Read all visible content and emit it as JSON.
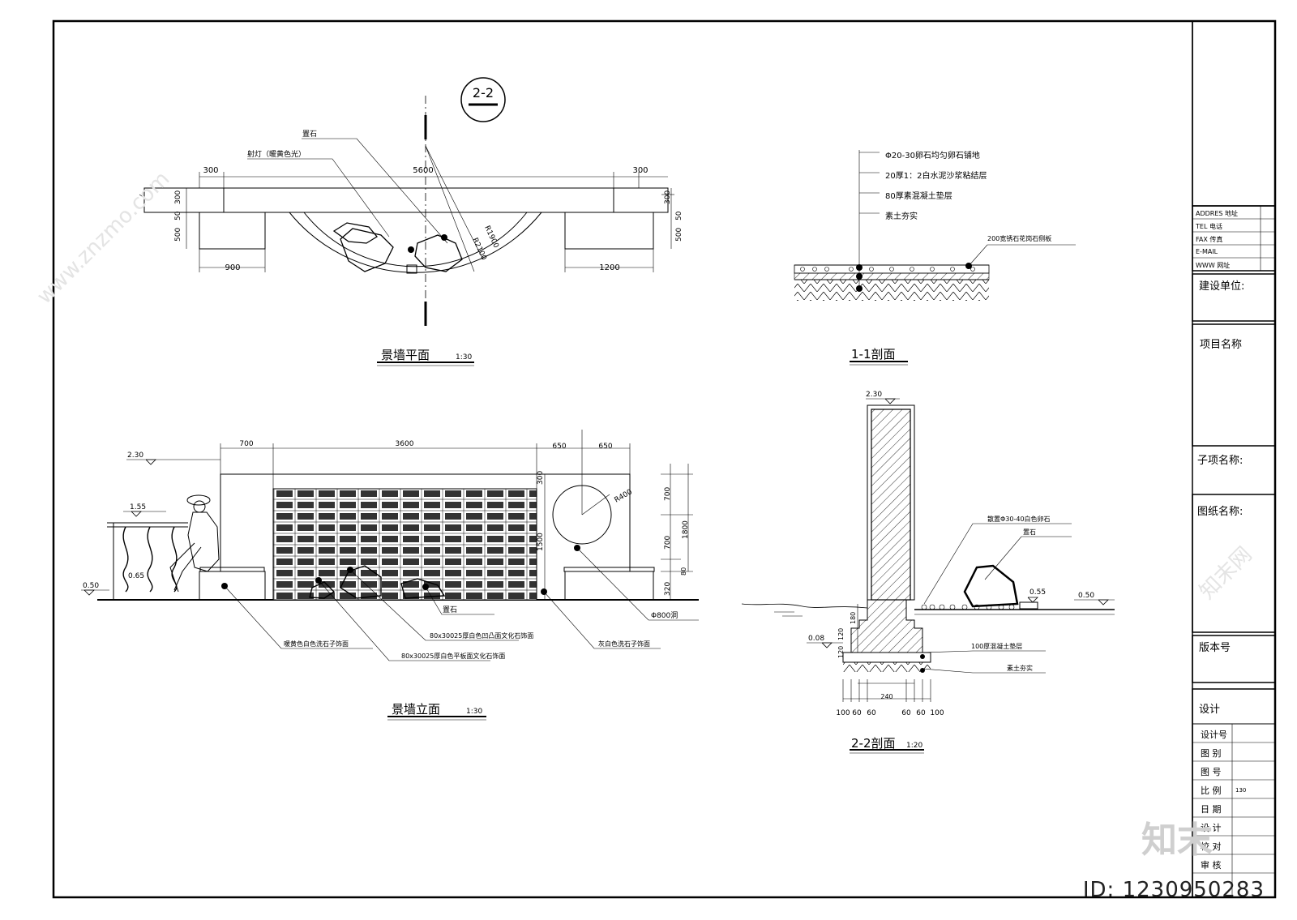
{
  "plan": {
    "title": "景墙平面",
    "scale": "1:30",
    "section_mark": "2-2",
    "labels": {
      "stone": "置石",
      "lamp": "射灯（暖黄色光）"
    },
    "dims": {
      "top_left": "300",
      "top_mid": "5600",
      "top_right": "300",
      "left_h1": "300",
      "left_h2": "50",
      "left_h3": "500",
      "right_h1": "300",
      "right_h2": "50",
      "right_h3": "500",
      "bottom_left": "900",
      "bottom_right": "1200",
      "r1": "R1900",
      "r2": "R2100"
    }
  },
  "section11": {
    "title": "1-1剖面",
    "layers": [
      "Φ20-30卵石均匀卵石铺地",
      "20厚1：2白水泥沙浆粘结层",
      "80厚素混凝土垫层",
      "素土夯实"
    ],
    "edge_label": "200宽锈石花岗石侧板"
  },
  "elevation": {
    "title": "景墙立面",
    "scale": "1:30",
    "dims": {
      "d700": "700",
      "d3600": "3600",
      "d650a": "650",
      "d650b": "650",
      "v300": "300",
      "v700a": "700",
      "v1800": "1800",
      "v1500": "1500",
      "v700b": "700",
      "v80": "80",
      "v320": "320",
      "r400": "R400"
    },
    "levels": {
      "l230": "2.30",
      "l155": "1.55",
      "l065": "0.65",
      "l050": "0.50"
    },
    "labels": {
      "stone": "置石",
      "face1": "80x30025厚白色凹凸面文化石饰面",
      "face2": "80x30025厚白色平板面文化石饰面",
      "seat_left": "暖黄色白色洗石子饰面",
      "seat_right": "灰白色洗石子饰面",
      "hole": "Φ800洞"
    }
  },
  "section22": {
    "title": "2-2剖面",
    "scale": "1:20",
    "levels": {
      "top": "2.30",
      "l055": "0.55",
      "l050": "0.50",
      "l008": "0.08"
    },
    "labels": {
      "pebble": "散置Φ30-40白色卵石",
      "stone": "置石",
      "concrete": "100厚混凝土垫层",
      "soil": "素土夯实"
    },
    "dims": {
      "v180": "180",
      "v120a": "120",
      "v120b": "120",
      "w240": "240",
      "b100a": "100",
      "b60a": "60",
      "b60b": "60",
      "b60c": "60",
      "b60d": "60",
      "b100b": "100"
    }
  },
  "title_block": {
    "contact": [
      {
        "label": "ADDRES 地址"
      },
      {
        "label": "TEL 电话"
      },
      {
        "label": "FAX 传真"
      },
      {
        "label": "E-MAIL"
      },
      {
        "label": "WWW 网址"
      }
    ],
    "client": "建设单位:",
    "project": "项目名称",
    "subitem": "子项名称:",
    "drawing_name": "图纸名称:",
    "version": "版本号",
    "design": "设计",
    "rows": [
      {
        "label": "设计号",
        "value": ""
      },
      {
        "label": "图 别",
        "value": ""
      },
      {
        "label": "图 号",
        "value": ""
      },
      {
        "label": "比 例",
        "value": "130"
      },
      {
        "label": "日 期",
        "value": ""
      },
      {
        "label": "设 计",
        "value": ""
      },
      {
        "label": "校 对",
        "value": ""
      },
      {
        "label": "审 核",
        "value": ""
      }
    ]
  },
  "watermark": {
    "text": "www.znzmo.com",
    "brand": "知末",
    "brand_net": "知末网",
    "id": "ID: 1230950283"
  }
}
